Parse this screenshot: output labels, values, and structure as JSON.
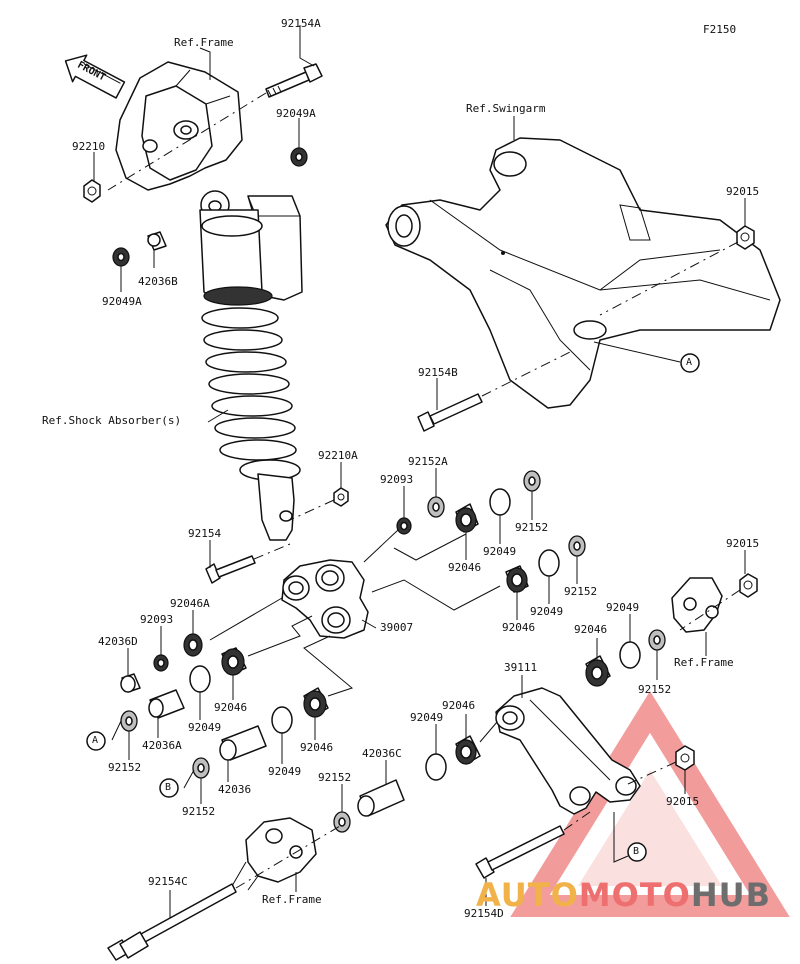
{
  "diagram_code": "F2150",
  "refs": {
    "frame_top": "Ref.Frame",
    "swingarm": "Ref.Swingarm",
    "shock": "Ref.Shock Absorber(s)",
    "frame_mid": "Ref.Frame",
    "frame_bottom": "Ref.Frame"
  },
  "front_label": "FRONT",
  "callouts": {
    "a": "A",
    "b": "B"
  },
  "parts": {
    "p92154A": "92154A",
    "p92049A_top": "92049A",
    "p92210": "92210",
    "p42036B": "42036B",
    "p92049A_left": "92049A",
    "p92015_top": "92015",
    "p92154B": "92154B",
    "p92210A": "92210A",
    "p92152A": "92152A",
    "p92093_top": "92093",
    "p92152_1": "92152",
    "p92049_1": "92049",
    "p92046_1": "92046",
    "p92154": "92154",
    "p92015_mid": "92015",
    "p92152_2": "92152",
    "p92049_2": "92049",
    "p92046_2": "92046",
    "p39007": "39007",
    "p92046A": "92046A",
    "p92093_left": "92093",
    "p42036D": "42036D",
    "p92049_3": "92049",
    "p92046_3": "92046",
    "p92152_3": "92152",
    "p39111": "39111",
    "p92046_4": "92046",
    "p92046_5": "92046",
    "p42036A": "42036A",
    "p92049_4": "92049",
    "p92046_6": "92046",
    "p92049_5": "92049",
    "p92152_4": "92152",
    "p42036": "42036",
    "p92049_6": "92049",
    "p42036C": "42036C",
    "p92152_5": "92152",
    "p92152_6": "92152",
    "p92015_bot": "92015",
    "p92154C": "92154C",
    "p92154D": "92154D"
  },
  "watermark": {
    "part1": "AUTO",
    "part2": "MOTO",
    "part3": "HUB"
  },
  "colors": {
    "line": "#111111",
    "watermark_red": "#e84a4a",
    "watermark_orange": "#f2b24a",
    "watermark_gray": "#6d6d6d"
  }
}
